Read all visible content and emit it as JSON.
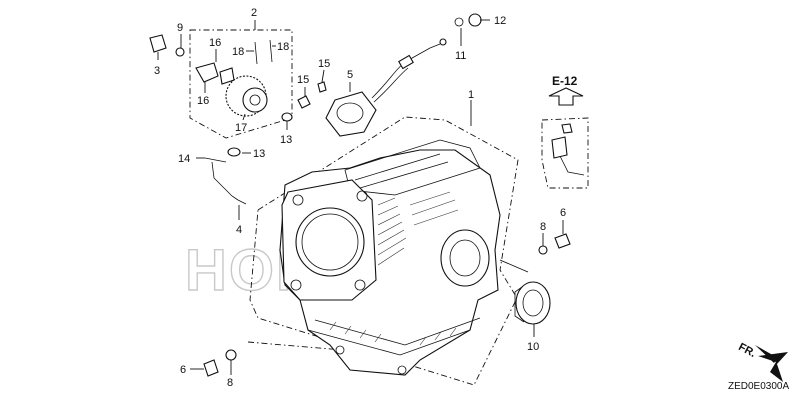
{
  "watermark": "HONDA",
  "diagram_code": "ZED0E0300A",
  "direction_label": "FR.",
  "reference": {
    "label": "E-12"
  },
  "callouts": {
    "c1": "1",
    "c2": "2",
    "c3": "3",
    "c4": "4",
    "c5": "5",
    "c6a": "6",
    "c6b": "6",
    "c8a": "8",
    "c8b": "8",
    "c9": "9",
    "c10": "10",
    "c11": "11",
    "c12": "12",
    "c13a": "13",
    "c13b": "13",
    "c14": "14",
    "c15a": "15",
    "c15b": "15",
    "c16a": "16",
    "c16b": "16",
    "c17": "17",
    "c18a": "18",
    "c18b": "18"
  }
}
